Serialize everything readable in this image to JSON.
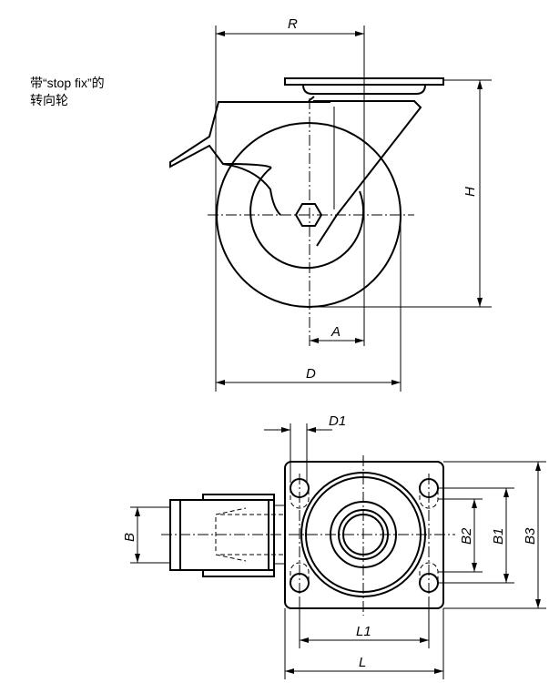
{
  "caption": {
    "line1": "带“stop fix”的",
    "line2": "转向轮"
  },
  "dimensions": {
    "R": "R",
    "H": "H",
    "A": "A",
    "D": "D",
    "D1": "D1",
    "B": "B",
    "B1": "B1",
    "B2": "B2",
    "B3": "B3",
    "L1": "L1",
    "L": "L"
  }
}
